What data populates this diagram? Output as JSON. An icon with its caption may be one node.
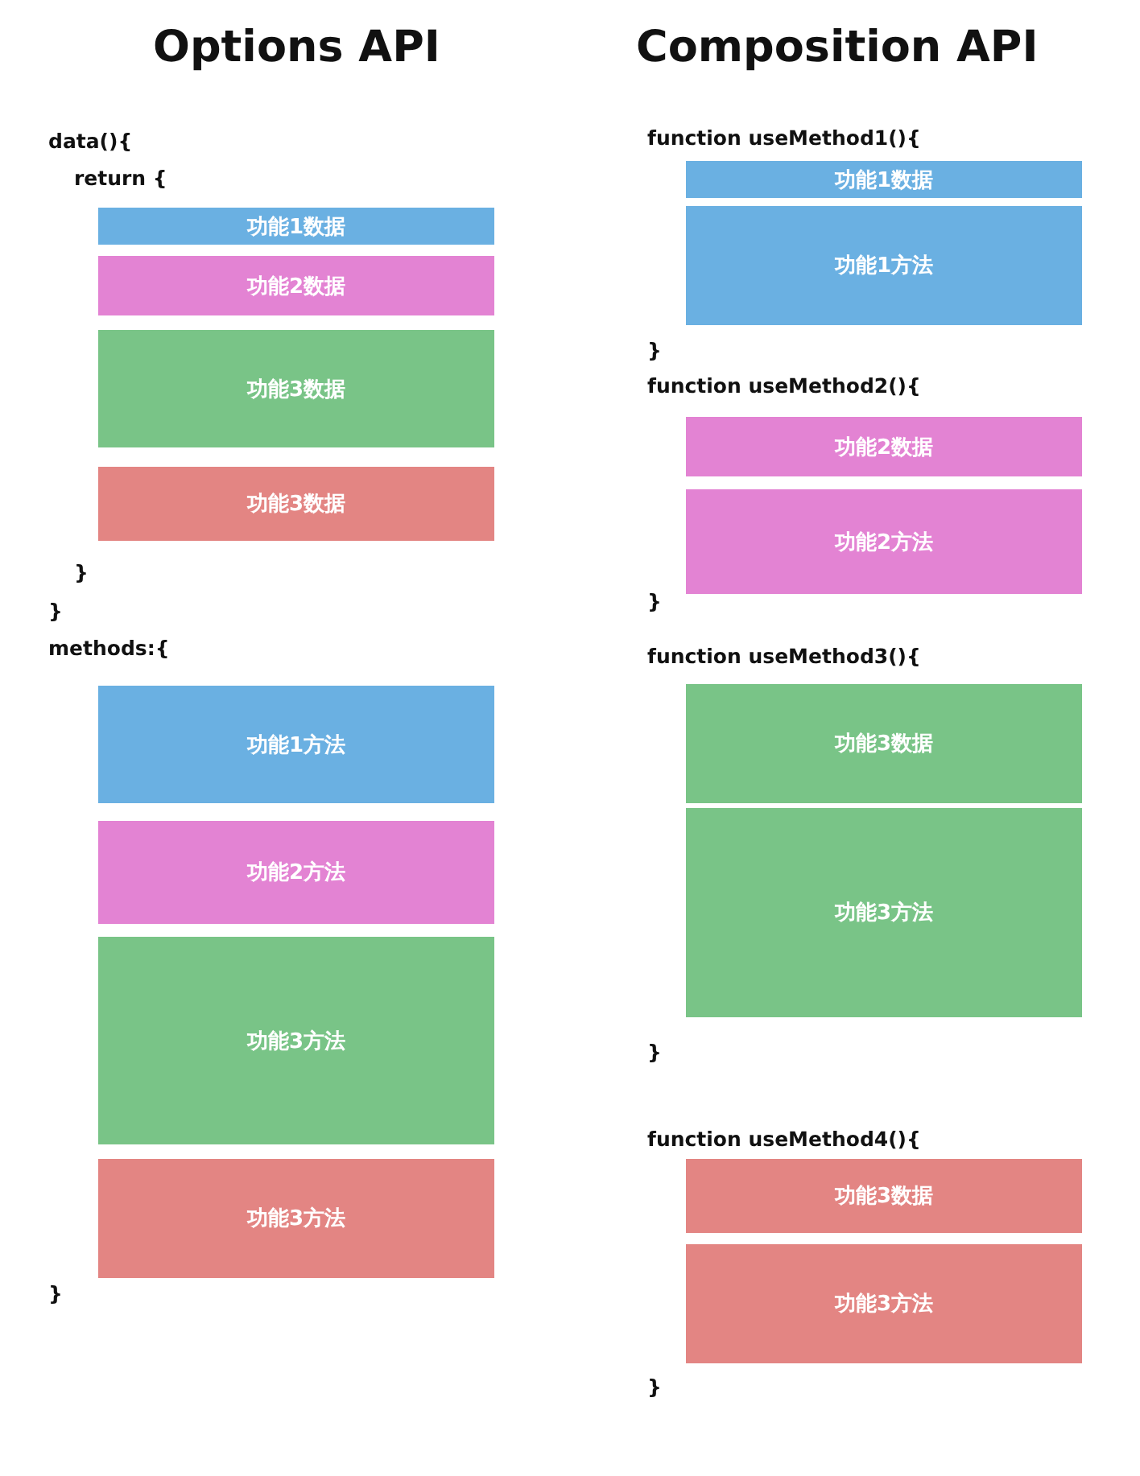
{
  "diagram": {
    "nodes": [
      {
        "text": [
          "功能1数据"
        ]
      },
      {
        "text": [
          "功能2数据"
        ]
      },
      {
        "text": [
          "功能3数据"
        ]
      },
      {
        "text": [
          "功能3数据"
        ]
      },
      {
        "text": [
          "功能1方法"
        ]
      },
      {
        "text": [
          "功能2方法"
        ]
      },
      {
        "text": [
          "功能3方法"
        ]
      },
      {
        "text": [
          "功能3方法"
        ]
      },
      {
        "text": [
          "功能1数据"
        ]
      },
      {
        "text": [
          "功能1方法"
        ]
      },
      {
        "text": [
          "功能2数据"
        ]
      },
      {
        "text": [
          "功能2方法"
        ]
      },
      {
        "text": [
          "功能3数据"
        ]
      },
      {
        "text": [
          "功能3方法"
        ]
      },
      {
        "text": [
          "功能3数据"
        ]
      },
      {
        "text": [
          "功能3方法"
        ]
      }
    ],
    "edges": [],
    "labels": [
      "Options API",
      "Composition API",
      "data(){",
      "return {",
      "}",
      "}",
      "methods:{",
      "}",
      "function useMethod1(){",
      "}",
      "function useMethod2(){",
      "}",
      "function useMethod3(){",
      "}",
      "function useMethod4(){",
      "}"
    ]
  }
}
